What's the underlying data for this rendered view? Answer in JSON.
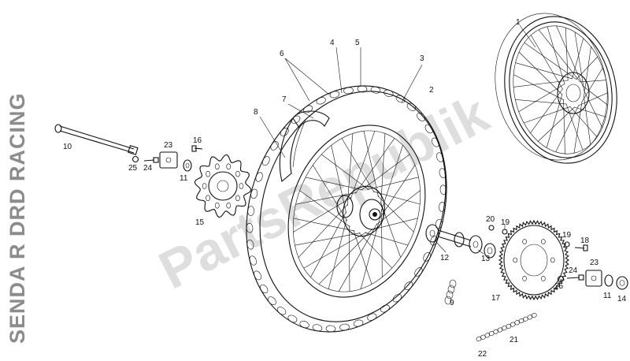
{
  "page": {
    "side_title": "SENDA R DRD RACING",
    "watermark": "PartsRepublik"
  },
  "callouts": [
    {
      "id": "1",
      "label": "1"
    },
    {
      "id": "2",
      "label": "2"
    },
    {
      "id": "3",
      "label": "3"
    },
    {
      "id": "4",
      "label": "4"
    },
    {
      "id": "5",
      "label": "5"
    },
    {
      "id": "6",
      "label": "6"
    },
    {
      "id": "7",
      "label": "7"
    },
    {
      "id": "8",
      "label": "8"
    },
    {
      "id": "9",
      "label": "9"
    },
    {
      "id": "10",
      "label": "10"
    },
    {
      "id": "11a",
      "label": "11"
    },
    {
      "id": "11b",
      "label": "11"
    },
    {
      "id": "12",
      "label": "12"
    },
    {
      "id": "13",
      "label": "13"
    },
    {
      "id": "14",
      "label": "14"
    },
    {
      "id": "15",
      "label": "15"
    },
    {
      "id": "16",
      "label": "16"
    },
    {
      "id": "17",
      "label": "17"
    },
    {
      "id": "18",
      "label": "18"
    },
    {
      "id": "19a",
      "label": "19"
    },
    {
      "id": "19b",
      "label": "19"
    },
    {
      "id": "20",
      "label": "20"
    },
    {
      "id": "21",
      "label": "21"
    },
    {
      "id": "22",
      "label": "22"
    },
    {
      "id": "23a",
      "label": "23"
    },
    {
      "id": "23b",
      "label": "23"
    },
    {
      "id": "24a",
      "label": "24"
    },
    {
      "id": "24b",
      "label": "24"
    },
    {
      "id": "25a",
      "label": "25"
    },
    {
      "id": "25b",
      "label": "25"
    }
  ]
}
